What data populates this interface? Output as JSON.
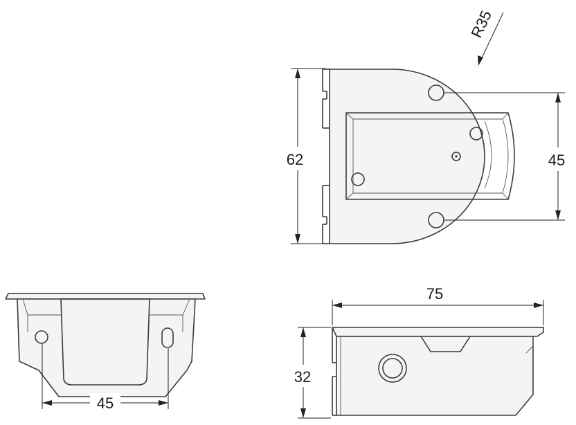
{
  "drawing": {
    "top_view": {
      "dim_height": "62",
      "dim_hole_spacing": "45",
      "dim_radius": "R35"
    },
    "front_view": {
      "dim_hole_spacing": "45"
    },
    "side_view": {
      "dim_width": "75",
      "dim_height": "32"
    }
  }
}
